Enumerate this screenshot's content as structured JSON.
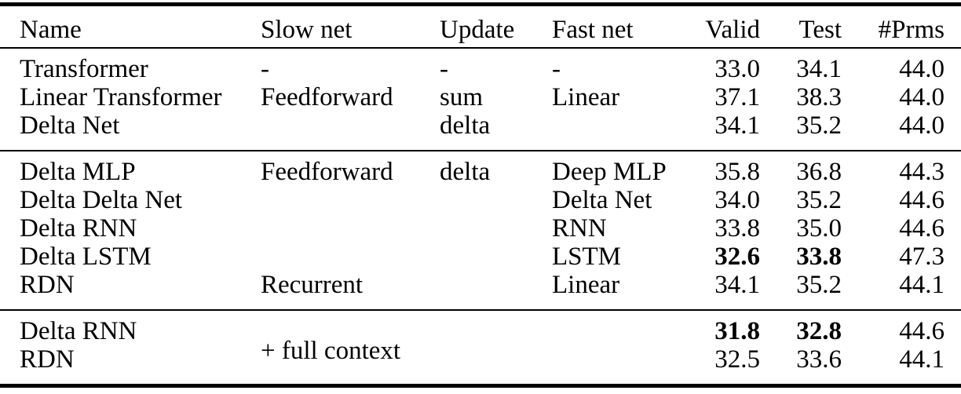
{
  "page": {
    "background_color": "#ffffff",
    "text_color": "#000000",
    "rule_color": "#000000"
  },
  "table": {
    "columns": [
      "Name",
      "Slow net",
      "Update",
      "Fast net",
      "Valid",
      "Test",
      "#Prms"
    ],
    "column_alignments": [
      "left",
      "left",
      "left",
      "left",
      "right",
      "right",
      "right"
    ],
    "groups": [
      {
        "rows": [
          {
            "cells": [
              "Transformer",
              "-",
              "-",
              "-",
              "33.0",
              "34.1",
              "44.0"
            ]
          },
          {
            "cells": [
              "Linear Transformer",
              "Feedforward",
              "sum",
              "Linear",
              "37.1",
              "38.3",
              "44.0"
            ]
          },
          {
            "cells": [
              "Delta Net",
              "",
              "delta",
              "",
              "34.1",
              "35.2",
              "44.0"
            ]
          }
        ]
      },
      {
        "rows": [
          {
            "cells": [
              "Delta MLP",
              "Feedforward",
              "delta",
              "Deep MLP",
              "35.8",
              "36.8",
              "44.3"
            ]
          },
          {
            "cells": [
              "Delta Delta Net",
              "",
              "",
              "Delta Net",
              "34.0",
              "35.2",
              "44.6"
            ]
          },
          {
            "cells": [
              "Delta RNN",
              "",
              "",
              "RNN",
              "33.8",
              "35.0",
              "44.6"
            ]
          },
          {
            "cells": [
              "Delta LSTM",
              "",
              "",
              "LSTM",
              "32.6",
              "33.8",
              "47.3"
            ],
            "bold_columns": [
              4,
              5
            ]
          },
          {
            "cells": [
              "RDN",
              "Recurrent",
              "",
              "Linear",
              "34.1",
              "35.2",
              "44.1"
            ]
          }
        ]
      },
      {
        "rows": [
          {
            "cells": [
              "Delta RNN",
              "+ full context",
              "",
              "",
              "31.8",
              "32.8",
              "44.6"
            ],
            "bold_columns": [
              4,
              5
            ],
            "slow_net_rowspan": 2
          },
          {
            "cells": [
              "RDN",
              "",
              "",
              "",
              "32.5",
              "33.6",
              "44.1"
            ]
          }
        ]
      }
    ]
  }
}
